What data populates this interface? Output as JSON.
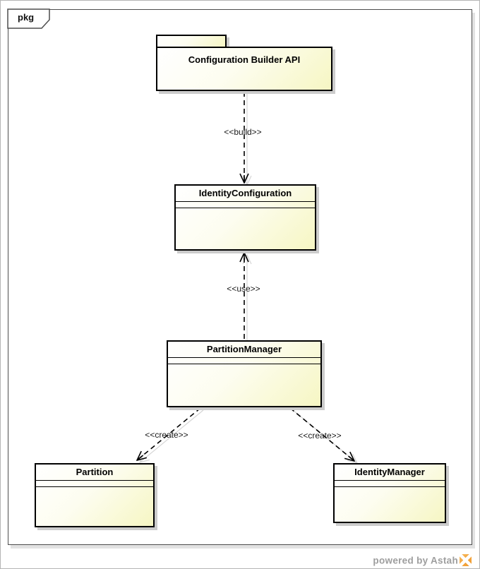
{
  "diagram": {
    "frame_tab_label": "pkg",
    "package": {
      "name": "Configuration Builder API"
    },
    "classes": [
      {
        "id": "identity_configuration",
        "name": "IdentityConfiguration"
      },
      {
        "id": "partition_manager",
        "name": "PartitionManager"
      },
      {
        "id": "partition",
        "name": "Partition"
      },
      {
        "id": "identity_manager",
        "name": "IdentityManager"
      }
    ],
    "dependencies": [
      {
        "label": "<<build>>",
        "from": "Configuration Builder API",
        "to": "IdentityConfiguration"
      },
      {
        "label": "<<use>>",
        "from": "PartitionManager",
        "to": "IdentityConfiguration"
      },
      {
        "label": "<<create>>",
        "from": "PartitionManager",
        "to": "Partition"
      },
      {
        "label": "<<create>>",
        "from": "PartitionManager",
        "to": "IdentityManager"
      }
    ],
    "watermark": {
      "text": "powered by Astah",
      "logo_icon": "astah-logo-icon"
    },
    "colors": {
      "node_fill_light": "#ffffff",
      "node_fill_dark": "#f6f6c3",
      "node_border": "#000000",
      "node_shadow": "#cccccc",
      "frame_border": "#4d4d4d",
      "dependency_line": "#000000",
      "line_shadow": "#d6d6d6",
      "watermark_text": "#9e9e9e",
      "logo_orange": "#ee8d15"
    }
  }
}
